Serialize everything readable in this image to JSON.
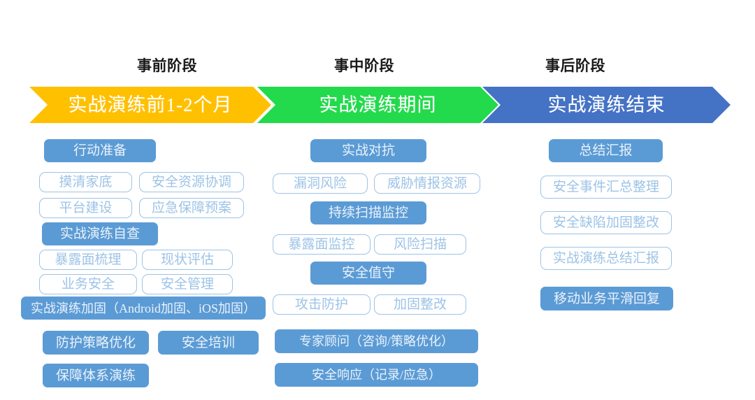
{
  "colors": {
    "stage1_banner": "#ffc000",
    "stage2_banner": "#22da4b",
    "stage3_banner": "#4472c4",
    "box_filled": "#5b9bd5",
    "box_outline_border": "#9dc3e6",
    "box_outline_text": "#9dc3e6",
    "caption_text": "#181818",
    "page_background": "#ffffff"
  },
  "stages": [
    {
      "caption": "事前阶段",
      "banner_label": "实战演练前1-2个月"
    },
    {
      "caption": "事中阶段",
      "banner_label": "实战演练期间"
    },
    {
      "caption": "事后阶段",
      "banner_label": "实战演练结束"
    }
  ],
  "column1": {
    "items": [
      {
        "label": "行动准备",
        "style": "filled"
      },
      {
        "label": "摸清家底",
        "style": "outlined"
      },
      {
        "label": "安全资源协调",
        "style": "outlined"
      },
      {
        "label": "平台建设",
        "style": "outlined"
      },
      {
        "label": "应急保障预案",
        "style": "outlined"
      },
      {
        "label": "实战演练自查",
        "style": "filled"
      },
      {
        "label": "暴露面梳理",
        "style": "outlined"
      },
      {
        "label": "现状评估",
        "style": "outlined"
      },
      {
        "label": "业务安全",
        "style": "outlined"
      },
      {
        "label": "安全管理",
        "style": "outlined"
      },
      {
        "label": "实战演练加固（Android加固、iOS加固）",
        "style": "filled"
      },
      {
        "label": "防护策略优化",
        "style": "filled"
      },
      {
        "label": "安全培训",
        "style": "filled"
      },
      {
        "label": "保障体系演练",
        "style": "filled"
      }
    ]
  },
  "column2": {
    "items": [
      {
        "label": "实战对抗",
        "style": "filled"
      },
      {
        "label": "漏洞风险",
        "style": "outlined"
      },
      {
        "label": "威胁情报资源",
        "style": "outlined"
      },
      {
        "label": "持续扫描监控",
        "style": "filled"
      },
      {
        "label": "暴露面监控",
        "style": "outlined"
      },
      {
        "label": "风险扫描",
        "style": "outlined"
      },
      {
        "label": "安全值守",
        "style": "filled"
      },
      {
        "label": "攻击防护",
        "style": "outlined"
      },
      {
        "label": "加固整改",
        "style": "outlined"
      },
      {
        "label": "专家顾问（咨询/策略优化）",
        "style": "filled"
      },
      {
        "label": "安全响应（记录/应急）",
        "style": "filled"
      }
    ]
  },
  "column3": {
    "items": [
      {
        "label": "总结汇报",
        "style": "filled"
      },
      {
        "label": "安全事件汇总整理",
        "style": "outlined"
      },
      {
        "label": "安全缺陷加固整改",
        "style": "outlined"
      },
      {
        "label": "实战演练总结汇报",
        "style": "outlined"
      },
      {
        "label": "移动业务平滑回复",
        "style": "filled"
      }
    ]
  }
}
